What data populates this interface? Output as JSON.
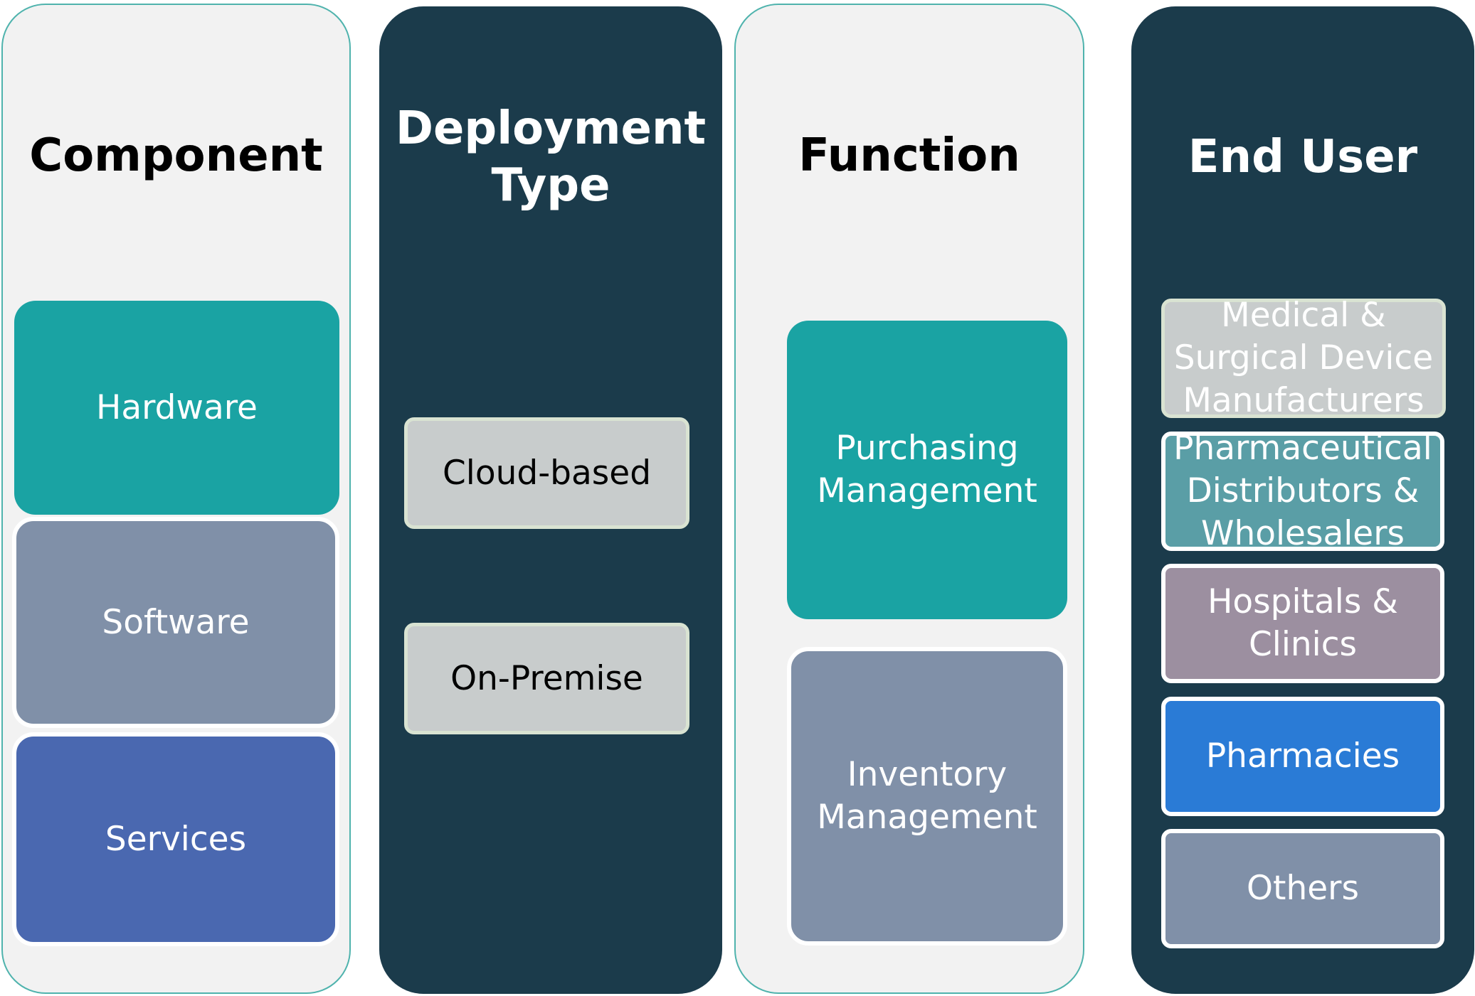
{
  "columns": [
    {
      "title": "Component",
      "items": [
        {
          "label": "Hardware",
          "color": "#1aa3a3"
        },
        {
          "label": "Software",
          "color": "#8090a8"
        },
        {
          "label": "Services",
          "color": "#4a68b0"
        }
      ]
    },
    {
      "title": "Deployment\nType",
      "items": [
        {
          "label": "Cloud-based",
          "color": "#c8cccc"
        },
        {
          "label": "On-Premise",
          "color": "#c8cccc"
        }
      ]
    },
    {
      "title": "Function",
      "items": [
        {
          "label": "Purchasing\nManagement",
          "color": "#1aa3a3"
        },
        {
          "label": "Inventory\nManagement",
          "color": "#8090a8"
        }
      ]
    },
    {
      "title": "End User",
      "items": [
        {
          "label": "Medical &\nSurgical Device\nManufacturers",
          "color": "#c8cccc"
        },
        {
          "label": "Pharmaceutical\nDistributors &\nWholesalers",
          "color": "#5a9ea6"
        },
        {
          "label": "Hospitals &\nClinics",
          "color": "#9c8fa0"
        },
        {
          "label": "Pharmacies",
          "color": "#2a7bd6"
        },
        {
          "label": "Others",
          "color": "#8090a8"
        }
      ]
    }
  ],
  "colors": {
    "light_column_bg": "#f2f2f2",
    "dark_column_bg": "#1b3b4b",
    "light_column_border": "#4fb3ad"
  }
}
